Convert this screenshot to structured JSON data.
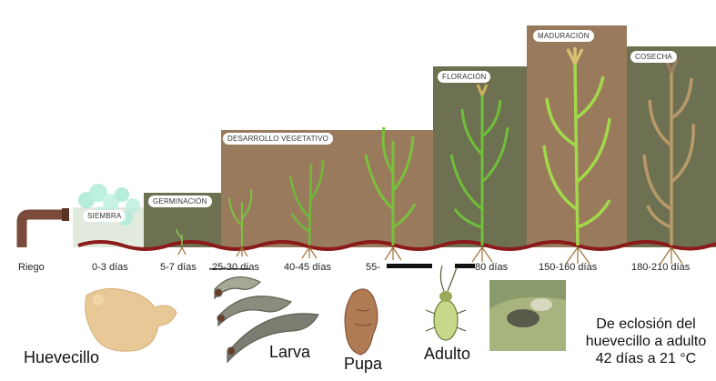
{
  "colors": {
    "stage_brown": "#9a7a5c",
    "stage_dark": "#6e7151",
    "soil_line": "#8b1a1a",
    "pipe": "#7a4a3a",
    "plant_green": "#7cc242",
    "plant_dry": "#b89a6a"
  },
  "stages": [
    {
      "label": "SIEMBRA"
    },
    {
      "label": "GERMINACIÓN"
    },
    {
      "label": "DESARROLLO VEGETATIVO"
    },
    {
      "label": "FLORACIÓN"
    },
    {
      "label": "MADURACIÓN"
    },
    {
      "label": "COSECHA"
    }
  ],
  "timeline": [
    {
      "label": "Riego"
    },
    {
      "label": "0-3 días"
    },
    {
      "label": "5-7 días"
    },
    {
      "label": "25-30 días"
    },
    {
      "label": "40-45 días"
    },
    {
      "label": "55-"
    },
    {
      "label": "80 días"
    },
    {
      "label": "150-160 días"
    },
    {
      "label": "180-210 días"
    }
  ],
  "insects": [
    {
      "label": "Huevecillo",
      "icon": "egg-mass"
    },
    {
      "label": "Larva",
      "icon": "larvae"
    },
    {
      "label": "Pupa",
      "icon": "pupa"
    },
    {
      "label": "Adulto",
      "icon": "adult-beetle"
    },
    {
      "label": "",
      "icon": "plant-damage-photo"
    }
  ],
  "note": {
    "line1": "De eclosión del",
    "line2": "huevecillo a adulto",
    "line3": "42 días a 21 °C"
  }
}
